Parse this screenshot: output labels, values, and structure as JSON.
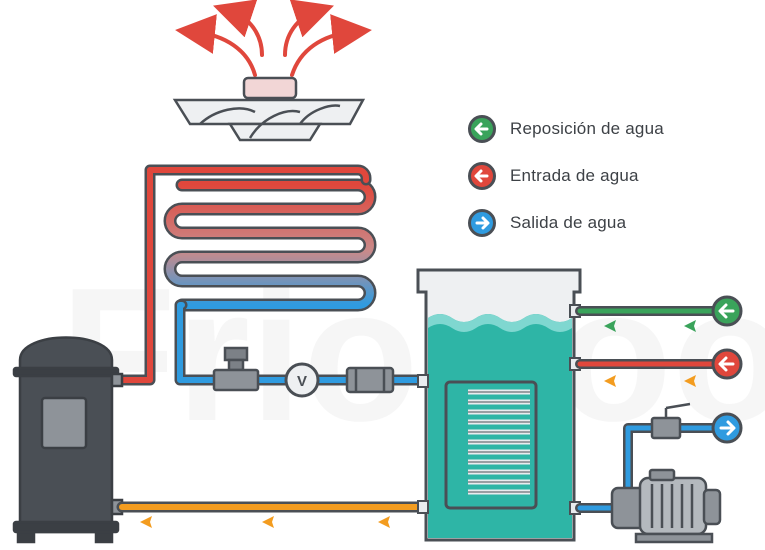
{
  "legend": {
    "items": [
      {
        "label": "Reposición de agua",
        "color": "#3aa35b",
        "arrow": "left"
      },
      {
        "label": "Entrada de agua",
        "color": "#e0473c",
        "arrow": "left"
      },
      {
        "label": "Salida de agua",
        "color": "#2f9be0",
        "arrow": "right"
      }
    ]
  },
  "valve_label": "V",
  "watermark": "Frio Coob",
  "colors": {
    "hot_pipe": "#e0473c",
    "cold_pipe": "#2f9be0",
    "makeup_pipe": "#3aa35b",
    "return_pipe": "#f39c1f",
    "tank_water": "#2eb5a6",
    "tank_surface": "#7fd7d0",
    "outline": "#4a4f55",
    "compressor": "#4a4f55"
  },
  "icons": [
    "fan-icon",
    "compressor-icon",
    "expansion-valve-icon",
    "filter-icon",
    "water-pump-icon",
    "ball-valve-icon",
    "heat-exhaust-arrows-icon"
  ]
}
